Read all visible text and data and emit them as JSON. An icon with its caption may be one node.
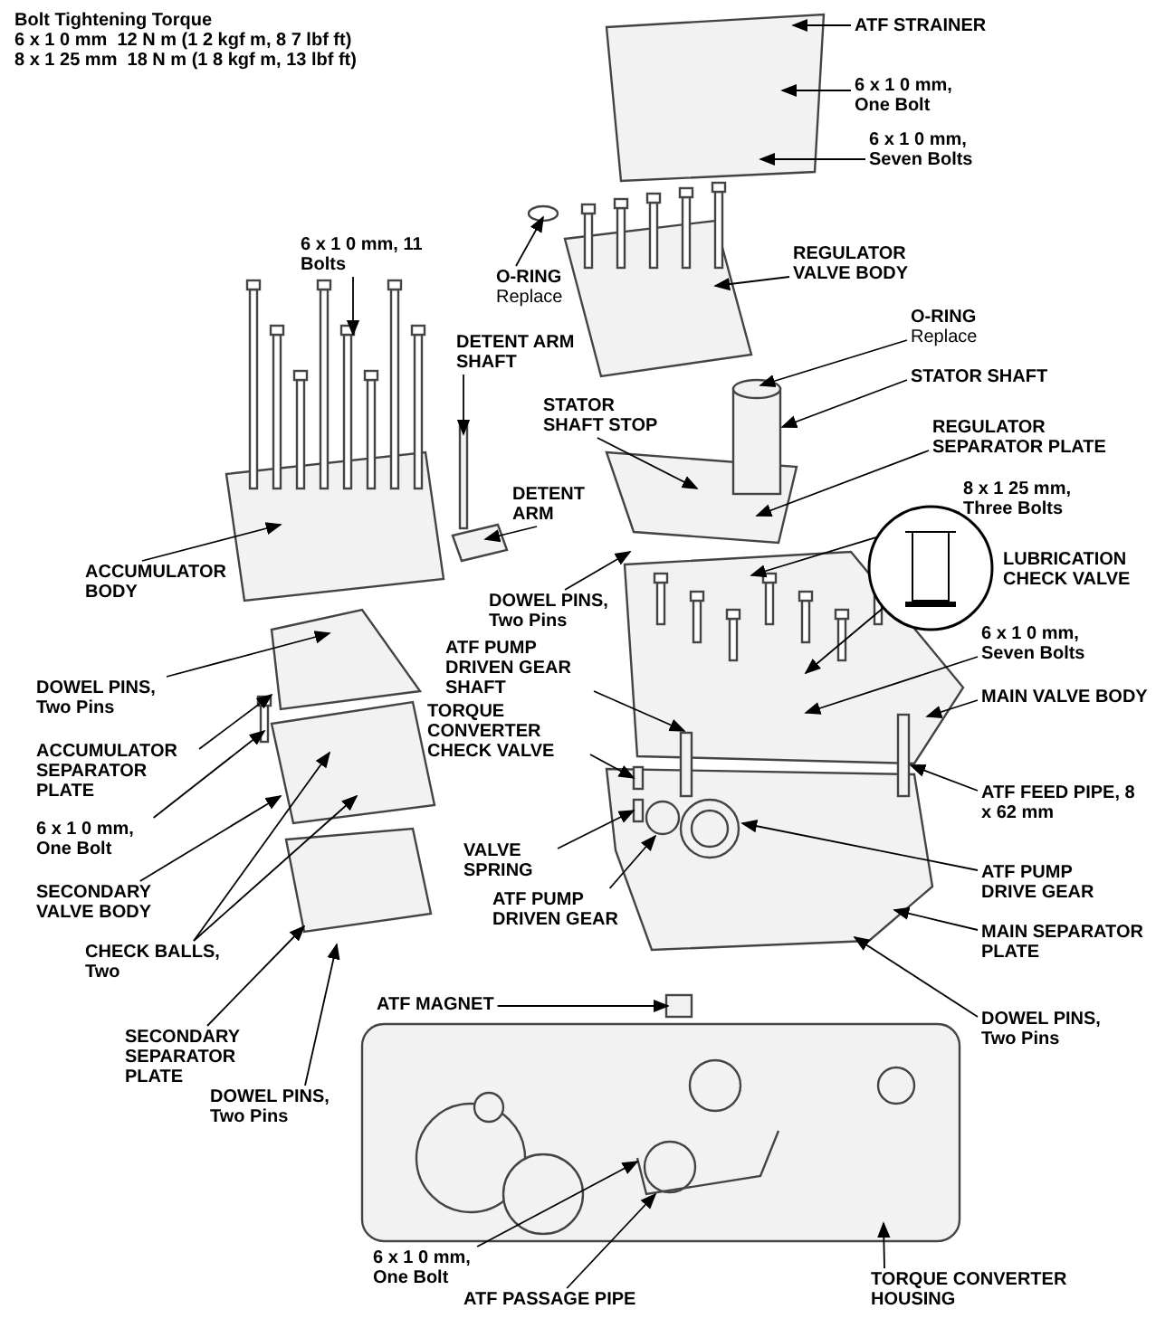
{
  "diagram": {
    "nodes": [
      {
        "text": [
          "ATF STRAINER"
        ]
      },
      {
        "text": [
          "6 x 1 0 mm, One Bolt"
        ]
      },
      {
        "text": [
          "6 x 1 0 mm, Seven Bolts"
        ]
      },
      {
        "text": [
          "O-RING",
          "Replace"
        ]
      },
      {
        "text": [
          "6 x 1 0 mm, 11 Bolts"
        ]
      },
      {
        "text": [
          "REGULATOR VALVE BODY"
        ]
      },
      {
        "text": [
          "O-RING",
          "Replace"
        ]
      },
      {
        "text": [
          "STATOR SHAFT"
        ]
      },
      {
        "text": [
          "DETENT ARM SHAFT"
        ]
      },
      {
        "text": [
          "STATOR SHAFT STOP"
        ]
      },
      {
        "text": [
          "REGULATOR SEPARATOR PLATE"
        ]
      },
      {
        "text": [
          "DETENT ARM"
        ]
      },
      {
        "text": [
          "8 x 1 25 mm, Three Bolts"
        ]
      },
      {
        "text": [],
        "shape": "picture",
        "beside": [
          "LUBRICATION CHECK VALVE"
        ]
      },
      {
        "text": [
          "ACCUMULATOR BODY"
        ]
      },
      {
        "text": [
          "DOWEL PINS, Two Pins"
        ]
      },
      {
        "text": [
          "6 x 1 0 mm, Seven Bolts"
        ]
      },
      {
        "text": [
          "ATF PUMP DRIVEN GEAR SHAFT"
        ]
      },
      {
        "text": [
          "MAIN VALVE BODY"
        ]
      },
      {
        "text": [
          "DOWEL PINS, Two Pins"
        ]
      },
      {
        "text": [
          "TORQUE CONVERTER CHECK VALVE"
        ]
      },
      {
        "text": [
          "ACCUMULATOR SEPARATOR PLATE"
        ]
      },
      {
        "text": [
          "ATF FEED PIPE, 8 x 62 mm"
        ]
      },
      {
        "text": [
          "6 x 1 0 mm, One Bolt"
        ]
      },
      {
        "text": [
          "VALVE SPRING"
        ]
      },
      {
        "text": [
          "ATF PUMP DRIVE GEAR"
        ]
      },
      {
        "text": [
          "SECONDARY VALVE BODY"
        ]
      },
      {
        "text": [
          "MAIN SEPARATOR PLATE"
        ]
      },
      {
        "text": [
          "ATF PUMP DRIVEN GEAR"
        ]
      },
      {
        "text": [
          "CHECK BALLS, Two"
        ]
      },
      {
        "text": [
          "ATF MAGNET"
        ]
      },
      {
        "text": [
          "SECONDARY SEPARATOR PLATE"
        ]
      },
      {
        "text": [
          "DOWEL PINS, Two Pins"
        ]
      },
      {
        "text": [
          "DOWEL PINS, Two Pins"
        ]
      },
      {
        "text": [
          "6 x 1 0 mm, One Bolt"
        ]
      },
      {
        "text": [
          "ATF PASSAGE PIPE"
        ]
      },
      {
        "text": [
          "TORQUE CONVERTER HOUSING"
        ]
      }
    ],
    "edges": [
      {
        "from": 0,
        "to": null,
        "arrow": "to"
      },
      {
        "from": 1,
        "to": null,
        "arrow": "to"
      },
      {
        "from": 2,
        "to": null,
        "arrow": "to"
      },
      {
        "from": 3,
        "to": null,
        "arrow": "to"
      },
      {
        "from": 4,
        "to": null,
        "arrow": "to"
      },
      {
        "from": 5,
        "to": null,
        "arrow": "to"
      },
      {
        "from": 6,
        "to": null,
        "arrow": "to"
      },
      {
        "from": 7,
        "to": null,
        "arrow": "to"
      },
      {
        "from": 8,
        "to": null,
        "arrow": "to"
      },
      {
        "from": 9,
        "to": null,
        "arrow": "to"
      },
      {
        "from": 10,
        "to": null,
        "arrow": "to"
      },
      {
        "from": 11,
        "to": null,
        "arrow": "to"
      },
      {
        "from": 12,
        "to": null,
        "arrow": "to"
      },
      {
        "from": 13,
        "to": null,
        "arrow": "to"
      },
      {
        "from": 14,
        "to": null,
        "arrow": "to"
      },
      {
        "from": 15,
        "to": null,
        "arrow": "to"
      },
      {
        "from": 16,
        "to": null,
        "arrow": "to"
      },
      {
        "from": 17,
        "to": null,
        "arrow": "to"
      },
      {
        "from": 18,
        "to": null,
        "arrow": "to"
      },
      {
        "from": 19,
        "to": null,
        "arrow": "to"
      },
      {
        "from": 20,
        "to": null,
        "arrow": "to"
      },
      {
        "from": 21,
        "to": null,
        "arrow": "to"
      },
      {
        "from": 22,
        "to": null,
        "arrow": "to"
      },
      {
        "from": 23,
        "to": null,
        "arrow": "to"
      },
      {
        "from": 24,
        "to": null,
        "arrow": "to"
      },
      {
        "from": 25,
        "to": null,
        "arrow": "to"
      },
      {
        "from": 26,
        "to": null,
        "arrow": "to"
      },
      {
        "from": 27,
        "to": null,
        "arrow": "to"
      },
      {
        "from": 28,
        "to": null,
        "arrow": "to"
      },
      {
        "from": 29,
        "to": null,
        "arrow": "to"
      },
      {
        "from": 29,
        "to": null,
        "arrow": "to"
      },
      {
        "from": 30,
        "to": null,
        "arrow": "to"
      },
      {
        "from": 31,
        "to": null,
        "arrow": "to"
      },
      {
        "from": 32,
        "to": null,
        "arrow": "to"
      },
      {
        "from": 33,
        "to": null,
        "arrow": "to"
      },
      {
        "from": 34,
        "to": null,
        "arrow": "to"
      },
      {
        "from": 35,
        "to": null,
        "arrow": "to"
      },
      {
        "from": 36,
        "to": null,
        "arrow": "to"
      }
    ],
    "labels": [
      "Bolt Tightening Torque",
      "6 x 1 0 mm  12 N m (1 2 kgf m, 8 7 lbf ft)",
      "8 x 1 25 mm  18 N m (1 8 kgf m, 13 lbf ft)"
    ]
  }
}
